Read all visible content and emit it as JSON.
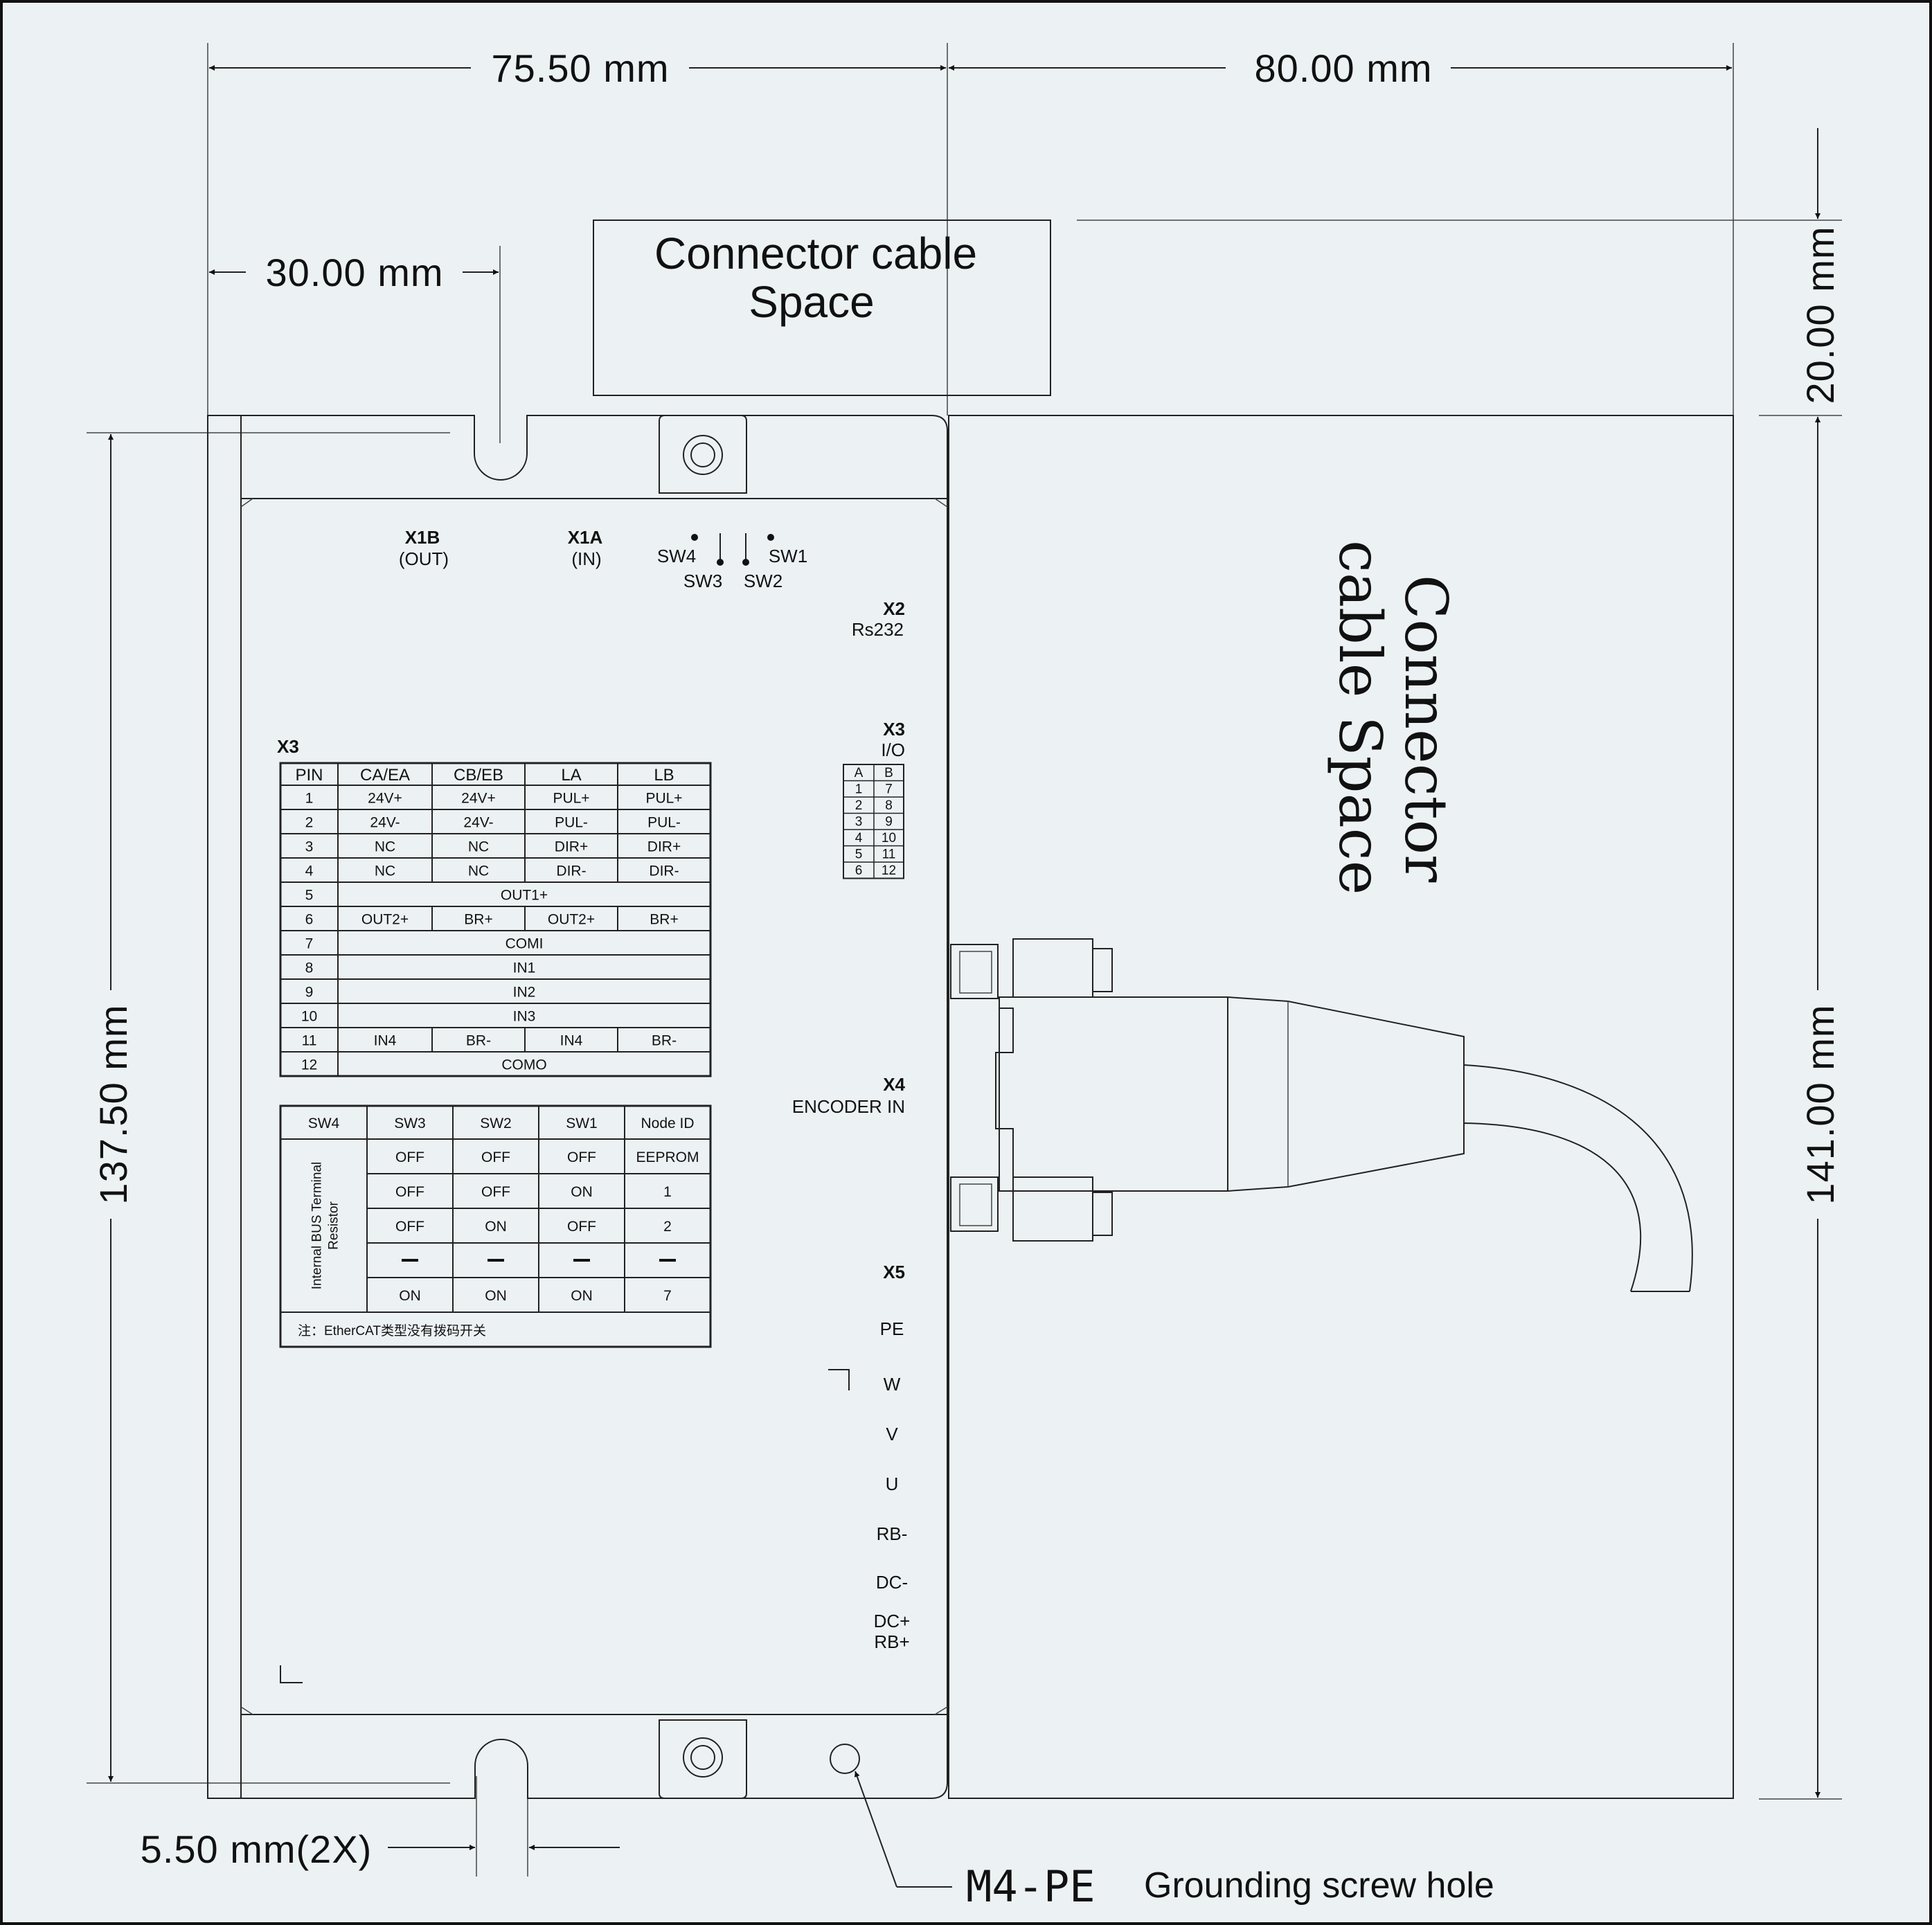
{
  "dimensions": {
    "top_left": "75.50 mm",
    "top_right": "80.00 mm",
    "top_inner": "30.00 mm",
    "right_top": "20.00 mm",
    "left_height": "137.50 mm",
    "right_height": "141.00 mm",
    "slot": "5.50 mm(2X)"
  },
  "connector_space_top": {
    "line1": "Connector cable",
    "line2": "Space"
  },
  "connector_space_right": {
    "line1": "Connector",
    "line2": "cable Space"
  },
  "ground": {
    "code": "M4-PE",
    "desc": "Grounding screw hole"
  },
  "ports": {
    "x1b": "X1B",
    "x1b_sub": "(OUT)",
    "x1a": "X1A",
    "x1a_sub": "(IN)",
    "sw4": "SW4",
    "sw3": "SW3",
    "sw2": "SW2",
    "sw1": "SW1",
    "x2": "X2",
    "x2_sub": "Rs232",
    "x3": "X3",
    "x3_sub": "I/O",
    "x4": "X4",
    "x4_sub": "ENCODER IN",
    "x5": "X5"
  },
  "x5_terminals": [
    "PE",
    "W",
    "V",
    "U",
    "RB-",
    "DC-",
    "DC+",
    "RB+"
  ],
  "mini_pin_table": {
    "header": [
      "A",
      "B"
    ],
    "rows": [
      [
        "1",
        "7"
      ],
      [
        "2",
        "8"
      ],
      [
        "3",
        "9"
      ],
      [
        "4",
        "10"
      ],
      [
        "5",
        "11"
      ],
      [
        "6",
        "12"
      ]
    ]
  },
  "io_table": {
    "title": "X3",
    "header": [
      "PIN",
      "CA/EA",
      "CB/EB",
      "LA",
      "LB"
    ],
    "rows": [
      [
        "1",
        "24V+",
        "24V+",
        "PUL+",
        "PUL+"
      ],
      [
        "2",
        "24V-",
        "24V-",
        "PUL-",
        "PUL-"
      ],
      [
        "3",
        "NC",
        "NC",
        "DIR+",
        "DIR+"
      ],
      [
        "4",
        "NC",
        "NC",
        "DIR-",
        "DIR-"
      ],
      [
        "5",
        "OUT1+"
      ],
      [
        "6",
        "OUT2+",
        "BR+",
        "OUT2+",
        "BR+"
      ],
      [
        "7",
        "COMI"
      ],
      [
        "8",
        "IN1"
      ],
      [
        "9",
        "IN2"
      ],
      [
        "10",
        "IN3"
      ],
      [
        "11",
        "IN4",
        "BR-",
        "IN4",
        "BR-"
      ],
      [
        "12",
        "COMO"
      ]
    ]
  },
  "sw_table": {
    "header": [
      "SW4",
      "SW3",
      "SW2",
      "SW1",
      "Node ID"
    ],
    "side_label_1": "Internal BUS Terminal",
    "side_label_2": "Resistor",
    "rows": [
      [
        "OFF",
        "OFF",
        "OFF",
        "EEPROM"
      ],
      [
        "OFF",
        "OFF",
        "ON",
        "1"
      ],
      [
        "OFF",
        "ON",
        "OFF",
        "2"
      ],
      [
        "—",
        "—",
        "—",
        "—"
      ],
      [
        "ON",
        "ON",
        "ON",
        "7"
      ]
    ],
    "note": "注：EtherCAT类型没有拨码开关"
  }
}
